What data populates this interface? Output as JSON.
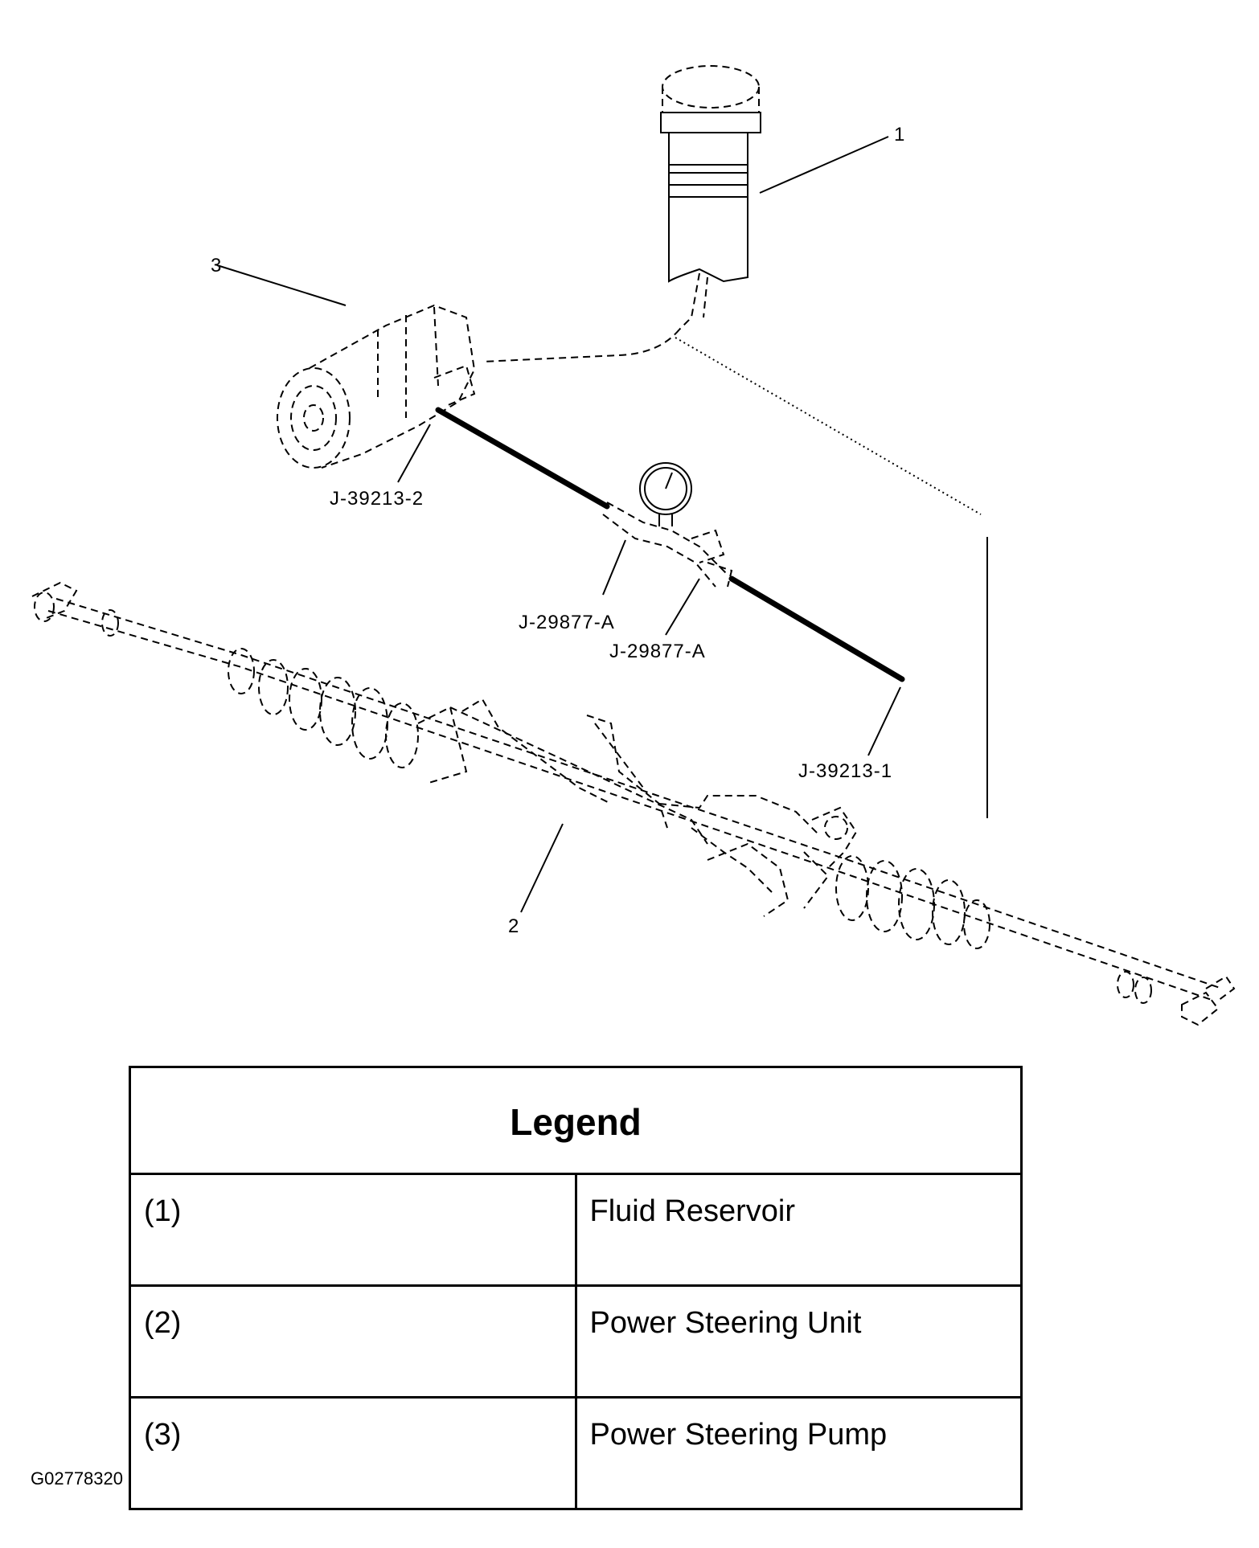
{
  "diagram": {
    "callouts": [
      "1",
      "2",
      "3"
    ],
    "tools": {
      "pump_adapter": "J-39213-2",
      "gauge_valve_a": "J-29877-A",
      "gauge_valve_b": "J-29877-A",
      "gear_adapter": "J-39213-1"
    }
  },
  "legend": {
    "title": "Legend",
    "rows": [
      {
        "key": "(1)",
        "value": "Fluid Reservoir"
      },
      {
        "key": "(2)",
        "value": "Power Steering Unit"
      },
      {
        "key": "(3)",
        "value": "Power Steering Pump"
      }
    ]
  },
  "figure_id": "G02778320"
}
